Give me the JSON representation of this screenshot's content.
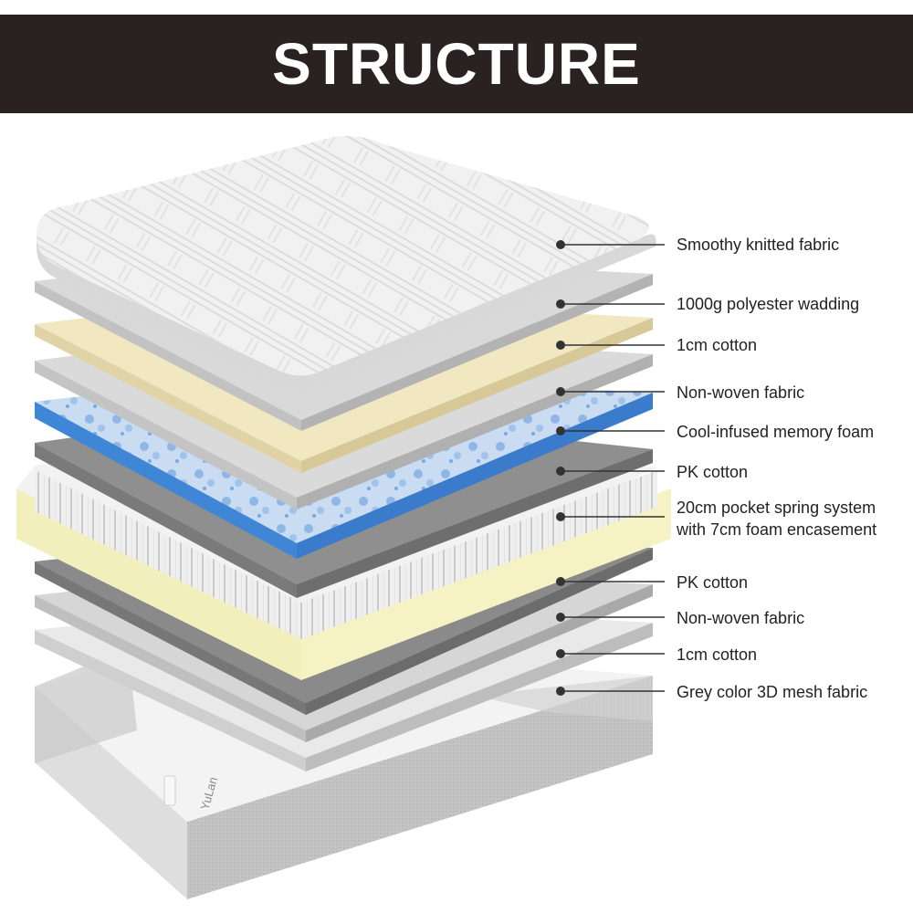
{
  "header": {
    "title": "STRUCTURE"
  },
  "brand": {
    "side_text": "YuLan"
  },
  "colors": {
    "header_bg": "#2a2220",
    "knit_top": "#f1f1f1",
    "light_grey": "#d9d9d9",
    "mid_grey": "#b8b8b8",
    "dark_grey": "#8a8a8a",
    "cotton_cream": "#f1e8c2",
    "memory_foam_blue": "#3f86d6",
    "foam_yellow": "#f6f2c4",
    "mesh_grey": "#c4c4c4",
    "callout_line": "#333333"
  },
  "layers": [
    {
      "label": "Smoothy knitted fabric"
    },
    {
      "label": "1000g polyester wadding"
    },
    {
      "label": "1cm cotton"
    },
    {
      "label": "Non-woven fabric"
    },
    {
      "label": "Cool-infused memory foam"
    },
    {
      "label": "PK cotton"
    },
    {
      "label": "20cm pocket spring system",
      "label_line2": "with 7cm foam encasement"
    },
    {
      "label": "PK cotton"
    },
    {
      "label": "Non-woven fabric"
    },
    {
      "label": "1cm cotton"
    },
    {
      "label": "Grey color 3D mesh fabric"
    }
  ]
}
